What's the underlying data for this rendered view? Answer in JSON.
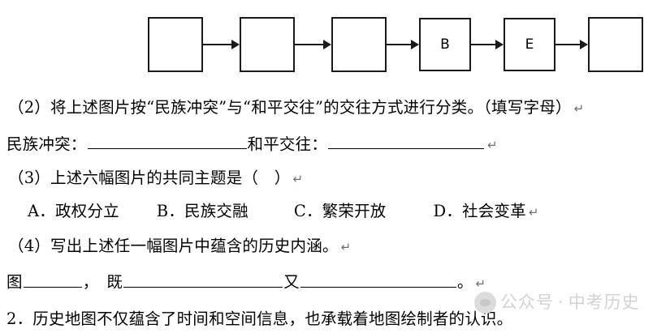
{
  "flowchart": {
    "boxes": [
      {
        "label": "",
        "size": "large"
      },
      {
        "label": "",
        "size": "large"
      },
      {
        "label": "",
        "size": "large"
      },
      {
        "label": "B",
        "size": "small"
      },
      {
        "label": "E",
        "size": "small"
      },
      {
        "label": "",
        "size": "large"
      }
    ],
    "arrow_count": 5,
    "border_color": "#1a1a1a"
  },
  "questions": {
    "q2": {
      "text": "（2）将上述图片按“民族冲突”与“和平交往”的交往方式进行分类。（填写字母）",
      "pilcrow": "↵",
      "answer_line": {
        "label_a": "民族冲突：",
        "label_b": "和平交往：",
        "pilcrow": "↵"
      }
    },
    "q3": {
      "text": "（3）上述六幅图片的共同主题是（　）",
      "pilcrow": "↵",
      "options": [
        {
          "key": "A．",
          "label": "政权分立"
        },
        {
          "key": "B．",
          "label": "民族交融"
        },
        {
          "key": "C．",
          "label": "繁荣开放"
        },
        {
          "key": "D．",
          "label": "社会变革"
        }
      ],
      "options_pilcrow": "↵"
    },
    "q4": {
      "text": "（4）写出上述任一幅图片中蕴含的历史内涵。",
      "pilcrow": "↵",
      "answer_line": {
        "lead": "图",
        "sep1": "，",
        "word_ji": "既",
        "word_you": "又",
        "period": "。",
        "pilcrow": "↵"
      }
    }
  },
  "item2": {
    "text": "2．历史地图不仅蕴含了时间和空间信息，也承载着地图绘制者的认识。"
  },
  "watermark": {
    "text_prefix": "公众号",
    "separator": "·",
    "text_suffix": "中考历史",
    "color": "#d2d2d2"
  }
}
